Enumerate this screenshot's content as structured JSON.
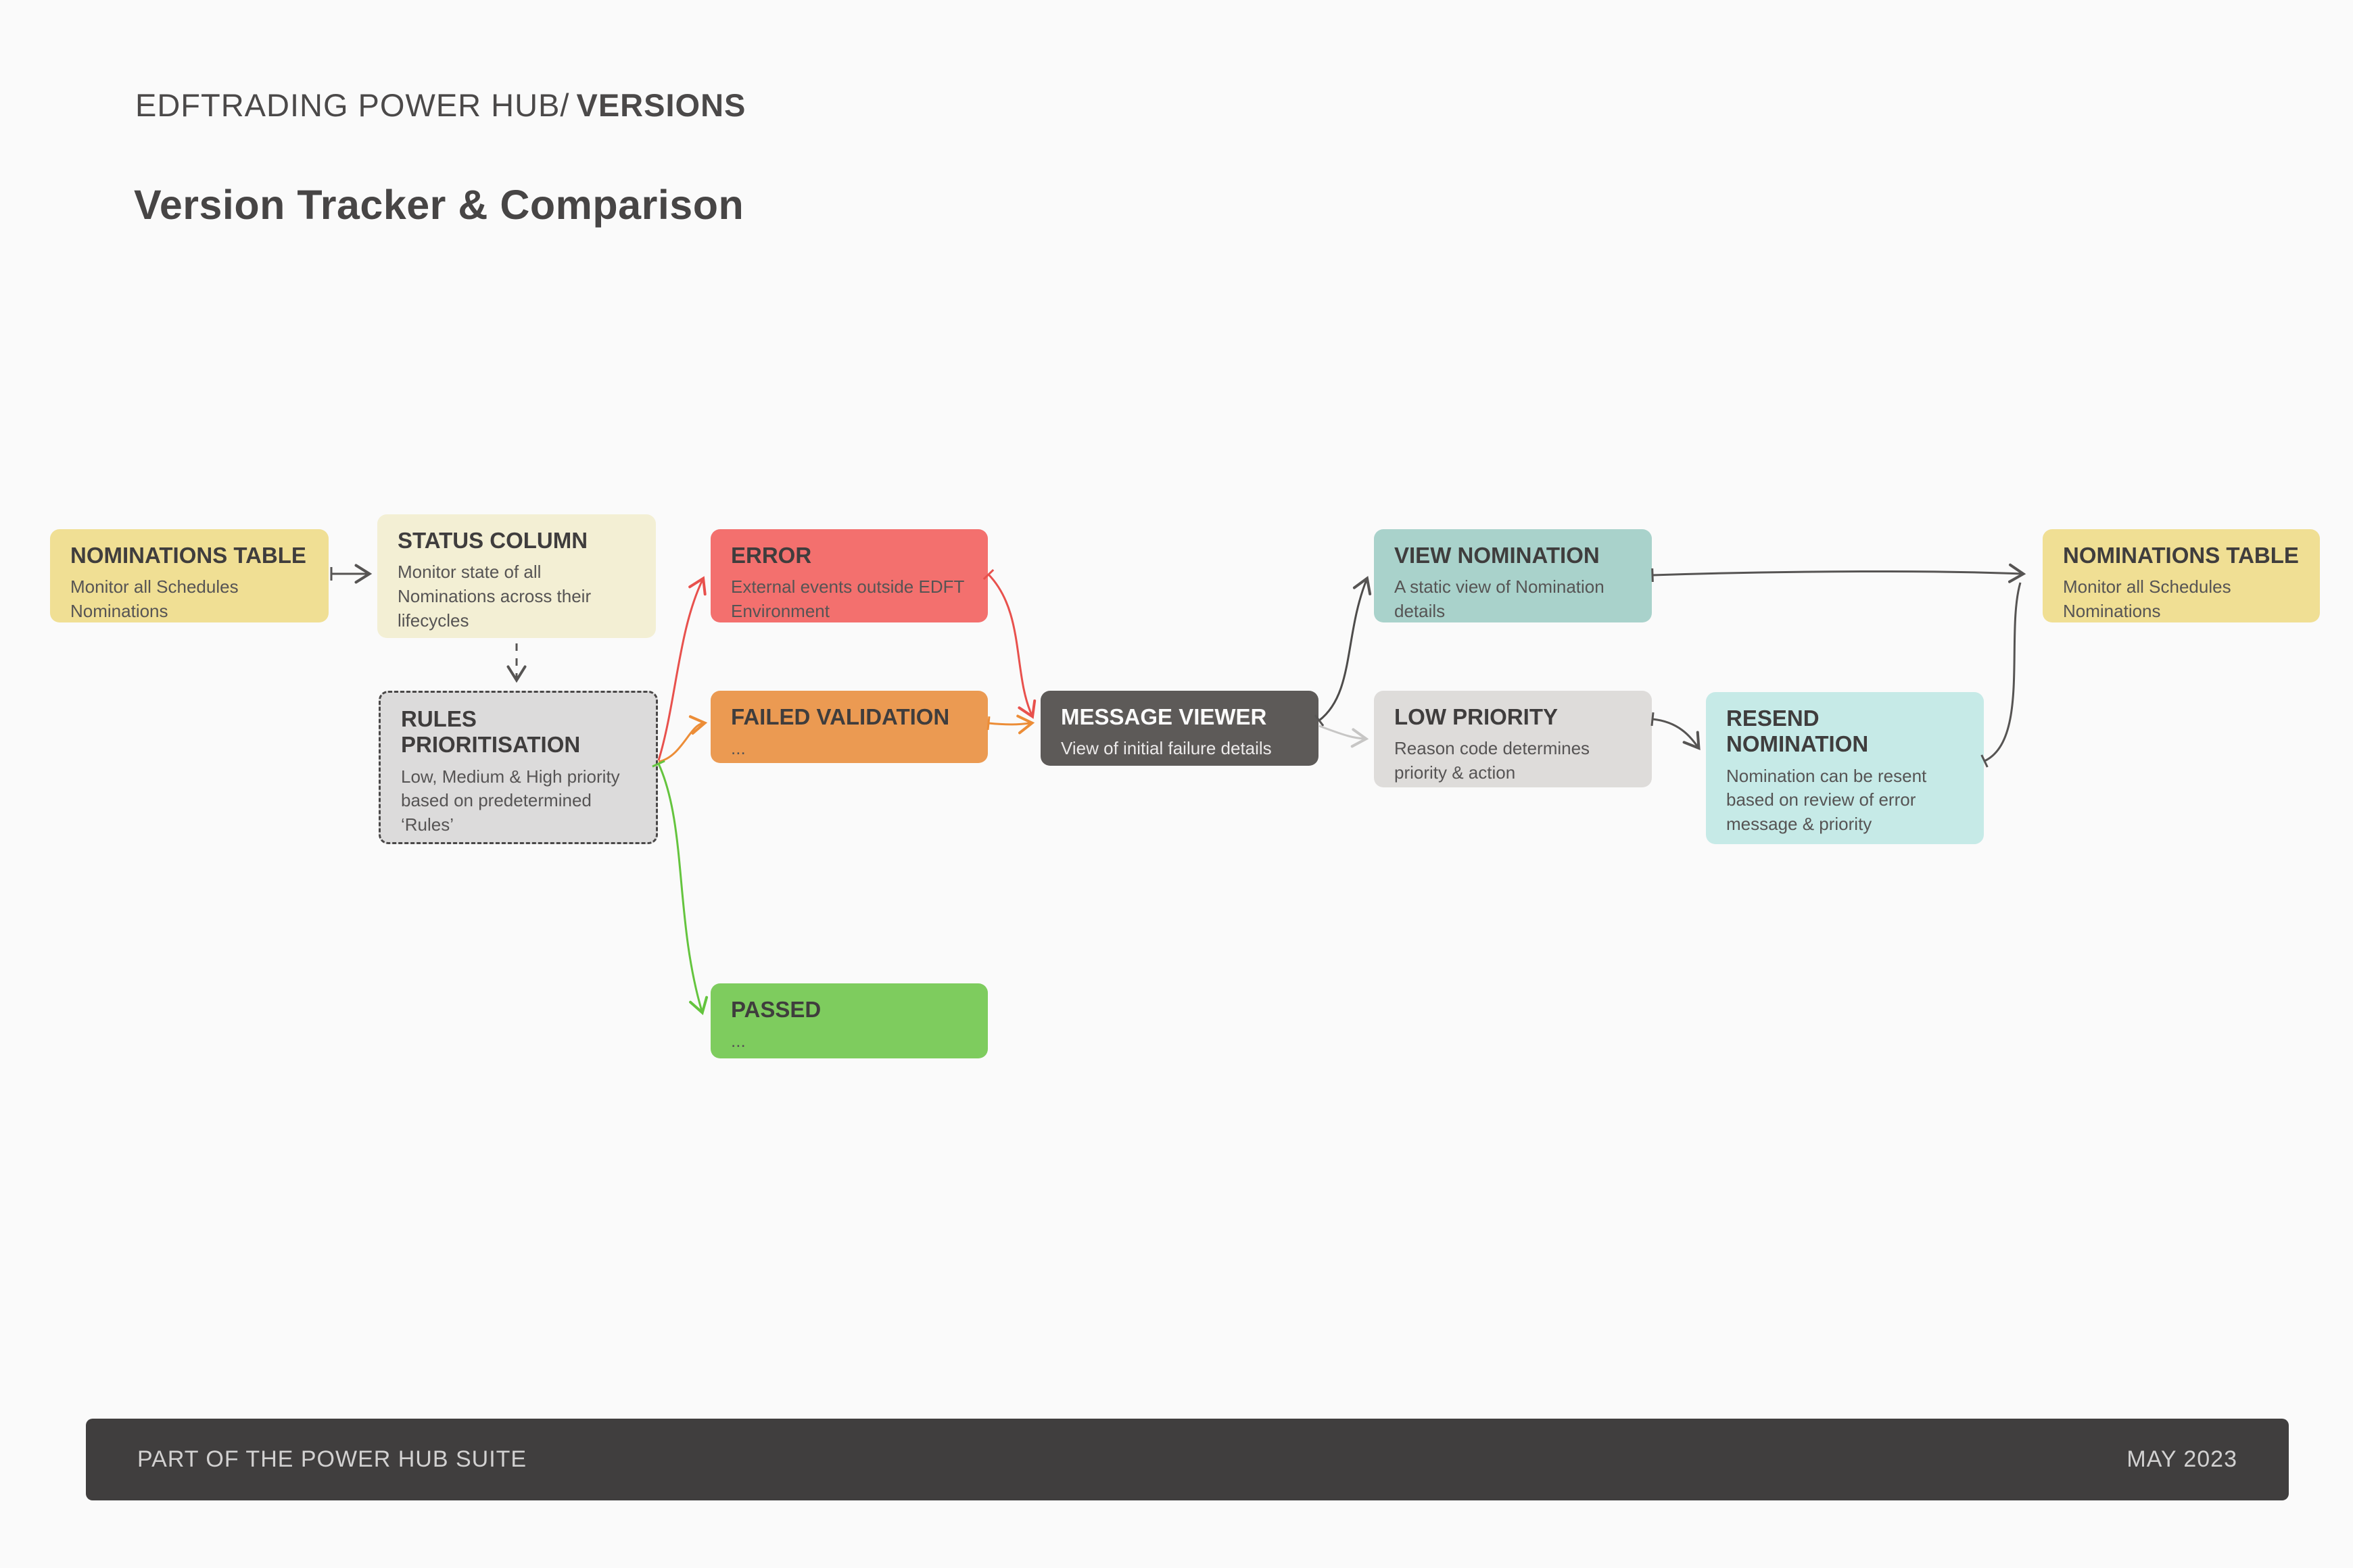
{
  "header": {
    "breadcrumb_path": "EDFTRADING POWER HUB/",
    "breadcrumb_current": "VERSIONS",
    "title": "Version Tracker & Comparison"
  },
  "nodes": {
    "nominations_table_left": {
      "title": "NOMINATIONS TABLE",
      "body": "Monitor all Schedules Nominations",
      "fill": "#f0df94"
    },
    "status_column": {
      "title": "STATUS COLUMN",
      "body": "Monitor state of all Nominations across their lifecycles",
      "fill": "#f3efd4"
    },
    "rules_prioritisation": {
      "title": "RULES PRIORITISATION",
      "body": "Low, Medium & High priority based on predetermined ‘Rules’",
      "fill": "#dcdbdb"
    },
    "error": {
      "title": "ERROR",
      "body": "External events outside EDFT Environment",
      "fill": "#f3706e"
    },
    "failed_validation": {
      "title": "FAILED VALIDATION",
      "body": "...",
      "fill": "#eb9a52"
    },
    "passed": {
      "title": "PASSED",
      "body": "...",
      "fill": "#7ecc5e"
    },
    "message_viewer": {
      "title": "MESSAGE VIEWER",
      "body": "View of initial failure details",
      "fill": "#5d5a58"
    },
    "view_nomination": {
      "title": "VIEW NOMINATION",
      "body": "A static view of Nomination details",
      "fill": "#a9d2cb"
    },
    "low_priority": {
      "title": "LOW PRIORITY",
      "body": "Reason code determines priority & action",
      "fill": "#dedcda"
    },
    "resend_nomination": {
      "title": "RESEND NOMINATION",
      "body": "Nomination can be resent based on review of error message & priority",
      "fill": "#c6eae7"
    },
    "nominations_table_right": {
      "title": "NOMINATIONS TABLE",
      "body": "Monitor all Schedules Nominations",
      "fill": "#f0df94"
    }
  },
  "edges": [
    {
      "from": "nominations_table_left",
      "to": "status_column",
      "color": "#565453",
      "style": "solid"
    },
    {
      "from": "status_column",
      "to": "rules_prioritisation",
      "color": "#565453",
      "style": "dashed"
    },
    {
      "from": "rules_prioritisation",
      "to": "error",
      "color": "#e8514d",
      "style": "solid"
    },
    {
      "from": "rules_prioritisation",
      "to": "failed_validation",
      "color": "#ec8d37",
      "style": "solid"
    },
    {
      "from": "rules_prioritisation",
      "to": "passed",
      "color": "#64c43e",
      "style": "solid"
    },
    {
      "from": "error",
      "to": "message_viewer",
      "color": "#e8514d",
      "style": "solid"
    },
    {
      "from": "failed_validation",
      "to": "message_viewer",
      "color": "#ec8d37",
      "style": "solid"
    },
    {
      "from": "message_viewer",
      "to": "view_nomination",
      "color": "#4e4c4b",
      "style": "solid"
    },
    {
      "from": "message_viewer",
      "to": "low_priority",
      "color": "#c7c6c5",
      "style": "solid"
    },
    {
      "from": "low_priority",
      "to": "resend_nomination",
      "color": "#565453",
      "style": "solid"
    },
    {
      "from": "view_nomination",
      "to": "nominations_table_right",
      "color": "#565453",
      "style": "solid"
    },
    {
      "from": "resend_nomination",
      "to": "nominations_table_right",
      "color": "#565453",
      "style": "solid"
    }
  ],
  "footer": {
    "left": "PART OF THE POWER HUB SUITE",
    "right": "MAY 2023"
  },
  "colors": {
    "background": "#fafafa",
    "footer_bg": "#403e3e",
    "title_text": "#474545",
    "node_title_text": "#3f3d3d",
    "node_body_text": "#565454",
    "arrow_dark": "#565453",
    "arrow_red": "#e8514d",
    "arrow_orange": "#ec8d37",
    "arrow_green": "#64c43e",
    "arrow_light_gray": "#c7c6c5"
  }
}
